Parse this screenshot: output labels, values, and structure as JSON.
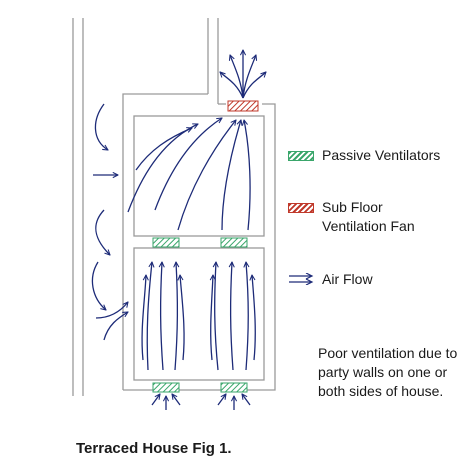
{
  "legend": {
    "passive": "Passive Ventilators",
    "fan_line1": "Sub Floor",
    "fan_line2": "Ventilation Fan",
    "airflow": "Air Flow"
  },
  "note": "Poor ventilation due to party walls on one or both sides of house.",
  "caption": "Terraced House  Fig 1.",
  "colors": {
    "wall": "#9a9a9a",
    "airflow": "#1d2b78",
    "passive_vent": "#3aa66b",
    "fan": "#c0392b"
  }
}
